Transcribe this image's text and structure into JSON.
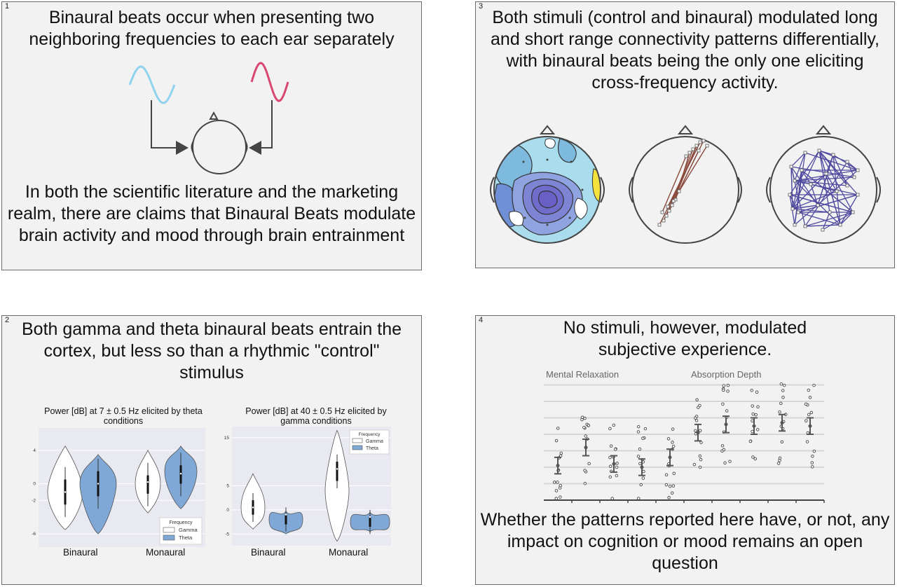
{
  "panel1": {
    "number": "1",
    "top_text": "Binaural beats occur when presenting two neighboring frequencies to each ear separately",
    "bottom_text": "In both the scientific literature and the marketing realm, there are claims that Binaural Beats modulate brain activity and mood through brain entrainment",
    "colors": {
      "left_wave": "#8fd3ee",
      "right_wave": "#d9466f"
    }
  },
  "panel3": {
    "number": "3",
    "text": "Both stimuli (control and binaural) modulated long and short range connectivity patterns differentially, with binaural beats being the only one eliciting cross-frequency activity.",
    "colors": {
      "short_range": "#8a4a3c",
      "cross_frequency": "#4f4aa0"
    }
  },
  "panel2": {
    "number": "2",
    "text": "Both gamma and theta binaural beats entrain the cortex, but less so than a rhythmic \"control\" stimulus",
    "colors": {
      "gamma": "#ffffff",
      "theta": "#7fa8d6"
    }
  },
  "panel4": {
    "number": "4",
    "top_text": "No stimuli, however, modulated subjective experience.",
    "bottom_text": "Whether the patterns reported here have, or not, any impact on cognition or mood remains an open question"
  },
  "chart_data": [
    {
      "type": "violin",
      "title": "Power [dB] at 7 ± 0.5 Hz elicited by theta conditions",
      "categories": [
        "Binaural",
        "Monaural"
      ],
      "yticks": [
        -6,
        -2,
        0,
        4
      ],
      "ylim": [
        -7,
        6
      ],
      "legend_title": "Frequency",
      "legend_position": "bottom-right",
      "series": [
        {
          "name": "Gamma",
          "medians": [
            -1.0,
            0.2
          ]
        },
        {
          "name": "Theta",
          "medians": [
            0.0,
            1.2
          ]
        }
      ]
    },
    {
      "type": "violin",
      "title": "Power [dB] at 40 ± 0.5 Hz elicited by gamma conditions",
      "categories": [
        "Binaural",
        "Monaural"
      ],
      "yticks": [
        -5,
        0,
        5,
        15
      ],
      "ylim": [
        -7,
        17
      ],
      "legend_title": "Frequency",
      "legend_position": "top-right",
      "series": [
        {
          "name": "Gamma",
          "medians": [
            0.5,
            8.5
          ]
        },
        {
          "name": "Theta",
          "medians": [
            -1.0,
            -1.5
          ]
        }
      ]
    },
    {
      "type": "scatter",
      "group_labels": [
        "Mental Relaxation",
        "Absorption Depth"
      ],
      "conditions": 10,
      "means": [
        2.1,
        3.2,
        2.2,
        2.0,
        2.6,
        4.1,
        4.6,
        4.5,
        4.7,
        4.5
      ],
      "ylim": [
        0,
        8
      ]
    }
  ]
}
